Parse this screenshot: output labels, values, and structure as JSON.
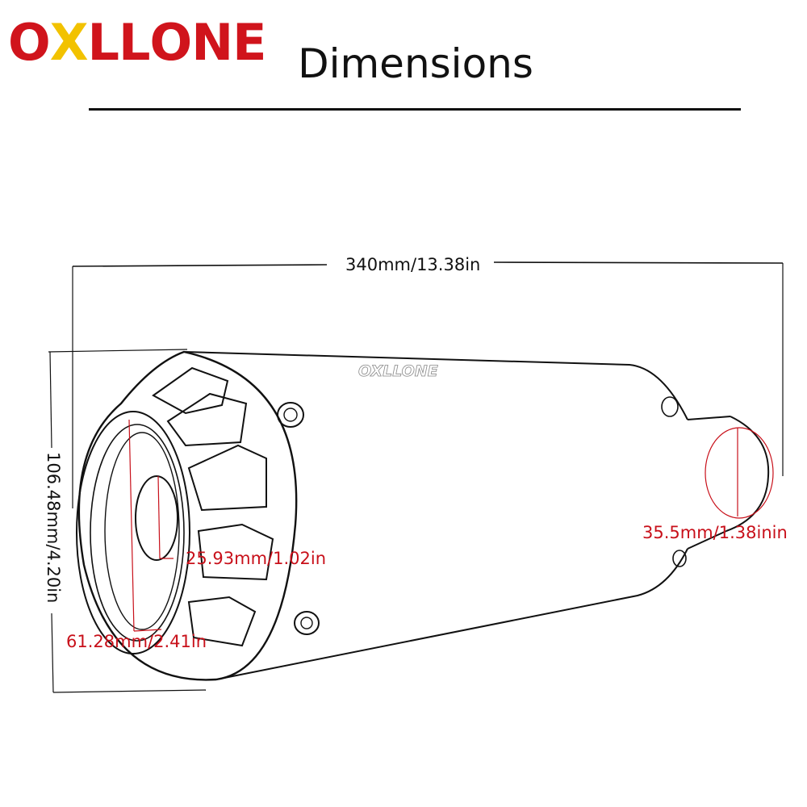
{
  "logo": {
    "text": "OXLLONE",
    "parts": [
      "O",
      "X",
      "LL",
      "ONE"
    ],
    "colors": [
      "#d0141c",
      "#f2c200",
      "#d0141c",
      "#d0141c"
    ]
  },
  "title": "Dimensions",
  "product_mark": "OXLLONE",
  "dimensions": {
    "length": "340mm/13.38in",
    "height": "106.48mm/4.20in",
    "inner_hole": "25.93mm/1.02in",
    "outlet": "61.28mm/2.41in",
    "inlet": "35.5mm/1.38inin"
  },
  "colors": {
    "dimension_red": "#c8101a",
    "line": "#111111"
  }
}
